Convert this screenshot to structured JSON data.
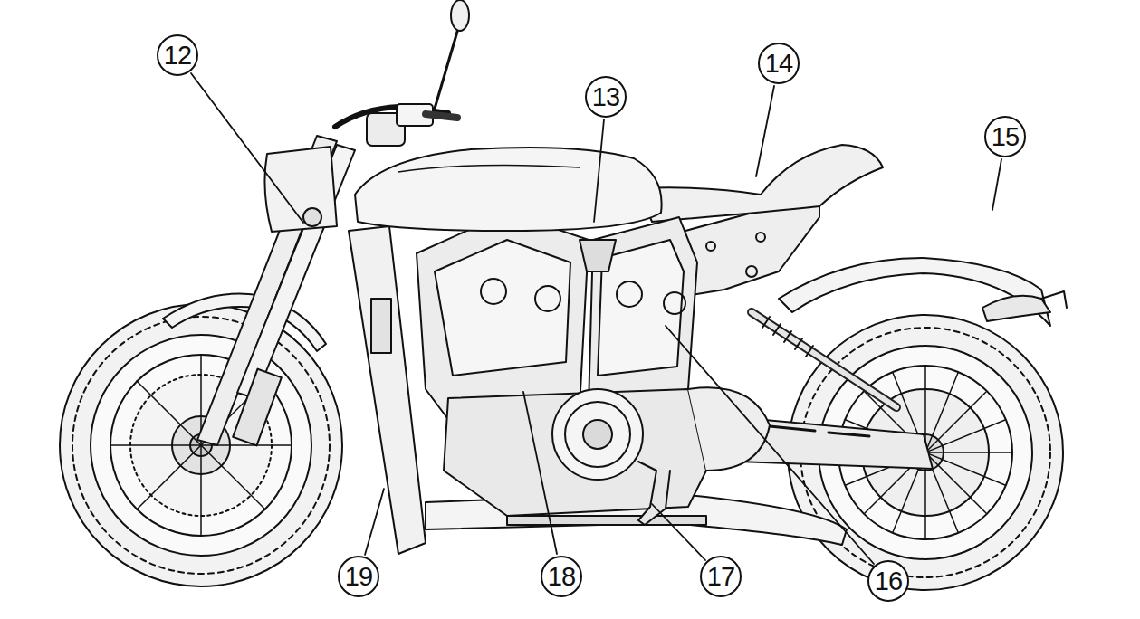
{
  "diagram": {
    "labels": [
      "12",
      "13",
      "14",
      "15",
      "16",
      "17",
      "18",
      "19"
    ]
  }
}
